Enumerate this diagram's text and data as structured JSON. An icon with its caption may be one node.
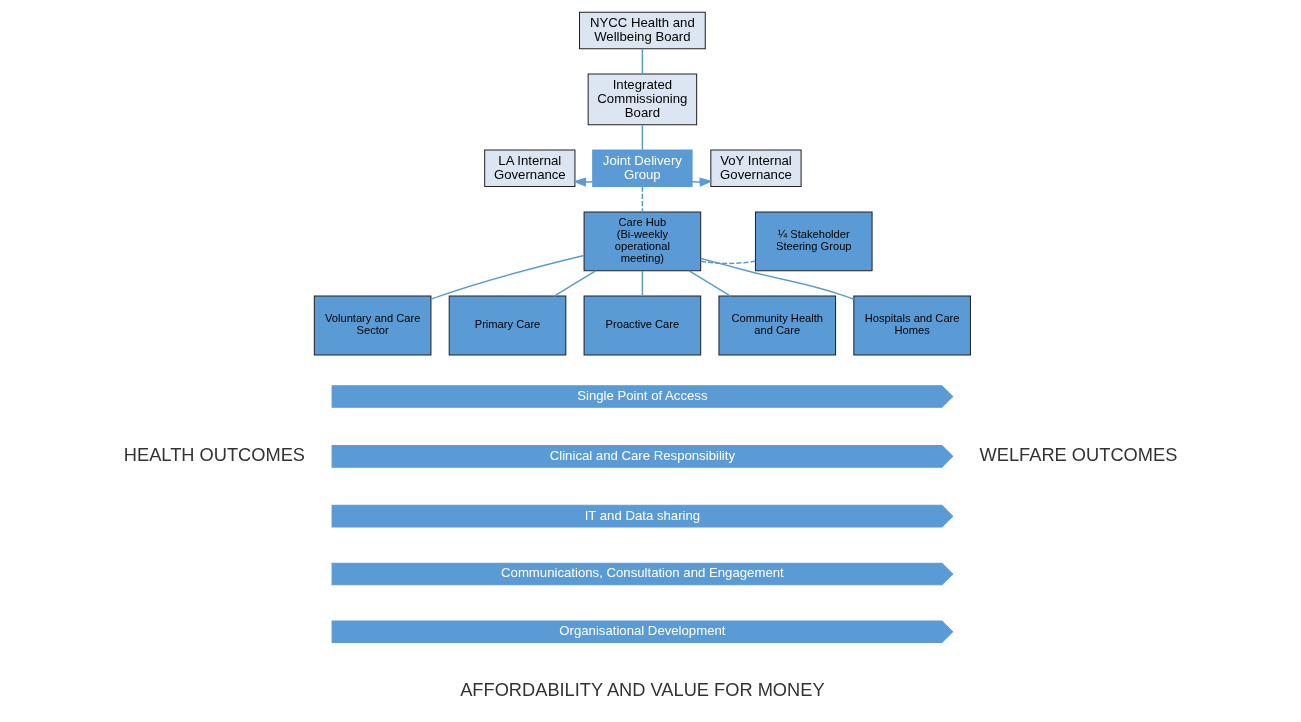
{
  "diagram": {
    "nodes": [
      {
        "text": [
          "NYCC Health and Wellbeing Board"
        ]
      },
      {
        "text": [
          "Integrated Commissioning Board"
        ]
      },
      {
        "text": [
          "LA Internal Governance"
        ]
      },
      {
        "text": [
          "Joint Delivery Group"
        ]
      },
      {
        "text": [
          "VoY Internal Governance"
        ]
      },
      {
        "text": [
          "Care Hub (Bi-weekly operational meeting)"
        ]
      },
      {
        "text": [
          "¼ Stakeholder Steering Group"
        ]
      },
      {
        "text": [
          "Voluntary and Care Sector"
        ]
      },
      {
        "text": [
          "Primary Care"
        ]
      },
      {
        "text": [
          "Proactive Care"
        ]
      },
      {
        "text": [
          "Community Health and Care"
        ]
      },
      {
        "text": [
          "Hospitals and Care Homes"
        ]
      },
      {
        "text": [
          "Single Point of Access"
        ]
      },
      {
        "text": [
          "Clinical and Care Responsibility"
        ]
      },
      {
        "text": [
          "IT and Data sharing"
        ]
      },
      {
        "text": [
          "Communications, Consultation and Engagement"
        ]
      },
      {
        "text": [
          "Organisational Development"
        ]
      }
    ],
    "edges": [
      {
        "from": 0,
        "to": 1,
        "arrow": "none"
      },
      {
        "from": 1,
        "to": 3,
        "arrow": "none"
      },
      {
        "from": 3,
        "to": 2,
        "arrow": "to"
      },
      {
        "from": 3,
        "to": 4,
        "arrow": "to"
      },
      {
        "from": 3,
        "to": 5,
        "arrow": "none",
        "style": "dashed"
      },
      {
        "from": 5,
        "to": 6,
        "arrow": "none",
        "style": "dashed"
      },
      {
        "from": 5,
        "to": 7,
        "arrow": "none"
      },
      {
        "from": 5,
        "to": 8,
        "arrow": "none"
      },
      {
        "from": 5,
        "to": 9,
        "arrow": "none"
      },
      {
        "from": 5,
        "to": 10,
        "arrow": "none"
      },
      {
        "from": 5,
        "to": 11,
        "arrow": "none"
      }
    ],
    "labels": [
      "HEALTH OUTCOMES",
      "WELFARE OUTCOMES",
      "AFFORDABILITY AND VALUE FOR MONEY"
    ]
  }
}
